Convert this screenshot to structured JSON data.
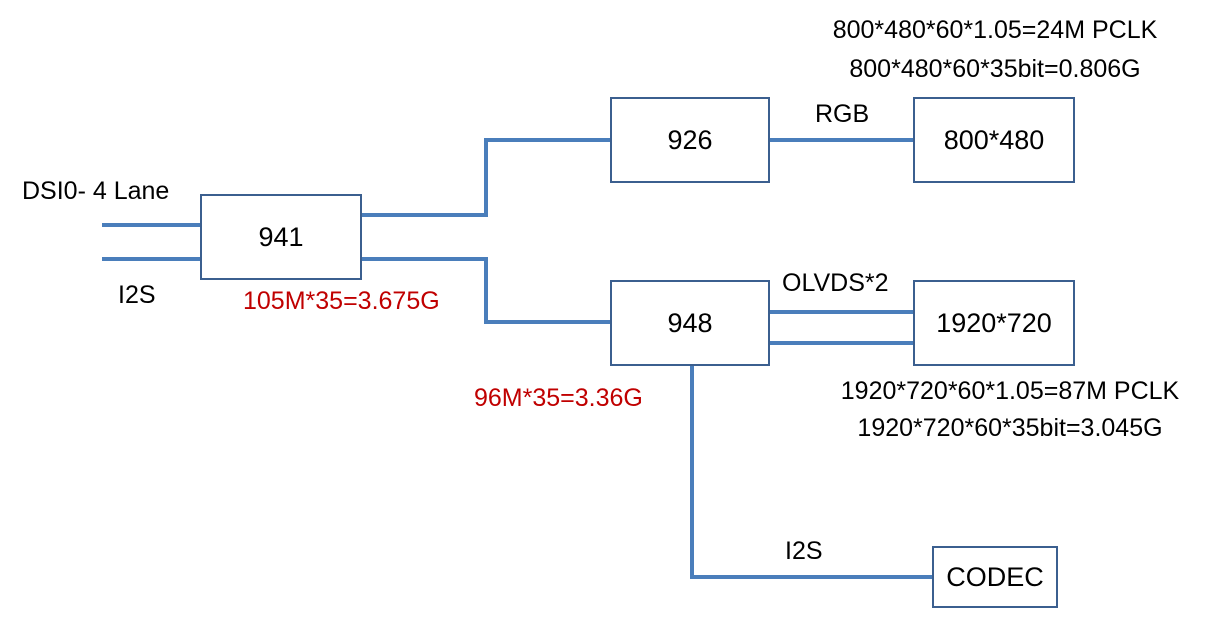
{
  "colors": {
    "wire": "#4a7ebb",
    "box_border": "#3b5f8f",
    "text": "#000000",
    "accent_red": "#c00000"
  },
  "blocks": {
    "b941": "941",
    "b926": "926",
    "b948": "948",
    "display_small": "800*480",
    "display_large": "1920*720",
    "codec": "CODEC"
  },
  "labels": {
    "dsi": "DSI0- 4 Lane",
    "i2s_in": "I2S",
    "rgb": "RGB",
    "olvds": "OLVDS*2",
    "i2s_codec": "I2S",
    "rate_941": "105M*35=3.675G",
    "rate_948": "96M*35=3.36G"
  },
  "calc_800": {
    "line1": "800*480*60*1.05=24M PCLK",
    "line2": "800*480*60*35bit=0.806G"
  },
  "calc_1920": {
    "line1": "1920*720*60*1.05=87M PCLK",
    "line2": "1920*720*60*35bit=3.045G"
  }
}
